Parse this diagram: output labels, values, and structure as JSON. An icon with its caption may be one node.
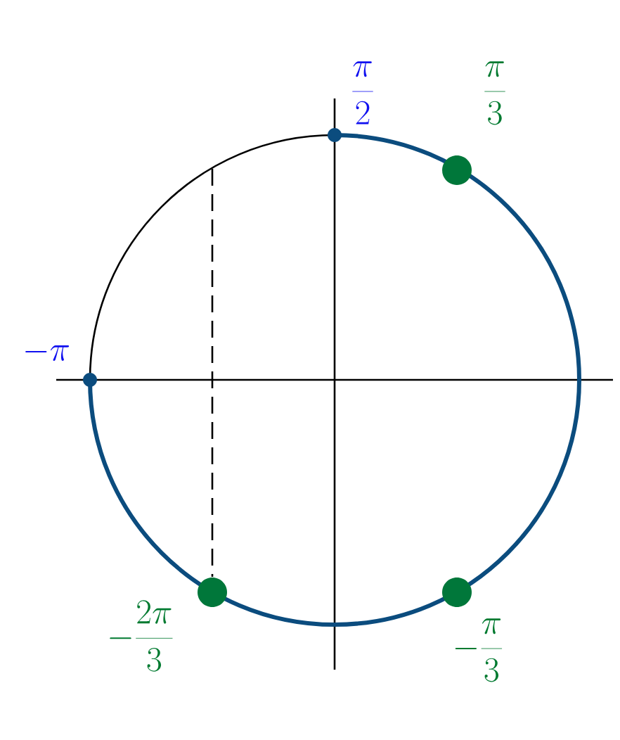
{
  "diagram": {
    "labels": [
      "\\frac{\\pi}{2}",
      "\\frac{\\pi}{3}",
      "-\\pi",
      "-\\frac{2\\pi}{3}",
      "-\\frac{\\pi}{3}"
    ]
  }
}
